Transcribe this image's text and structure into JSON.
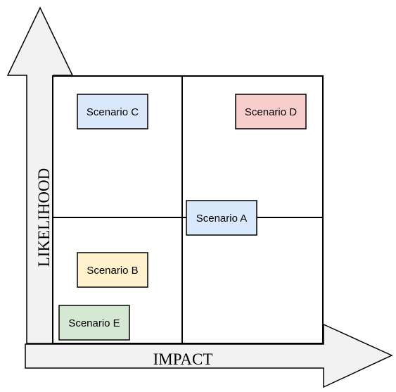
{
  "diagram": {
    "type": "risk-matrix",
    "axes": {
      "x_label": "IMPACT",
      "y_label": "LIKELIHOOD"
    },
    "colors": {
      "arrow_fill": "#f2f2f2",
      "grid_stroke": "#000000"
    },
    "scenarios": [
      {
        "id": "a",
        "label": "Scenario A",
        "fill": "#dae8fc",
        "stroke": "#000000"
      },
      {
        "id": "b",
        "label": "Scenario B",
        "fill": "#fff2cc",
        "stroke": "#000000"
      },
      {
        "id": "c",
        "label": "Scenario C",
        "fill": "#dae8fc",
        "stroke": "#000000"
      },
      {
        "id": "d",
        "label": "Scenario D",
        "fill": "#f8cecc",
        "stroke": "#000000"
      },
      {
        "id": "e",
        "label": "Scenario E",
        "fill": "#d5e8d4",
        "stroke": "#000000"
      }
    ]
  }
}
